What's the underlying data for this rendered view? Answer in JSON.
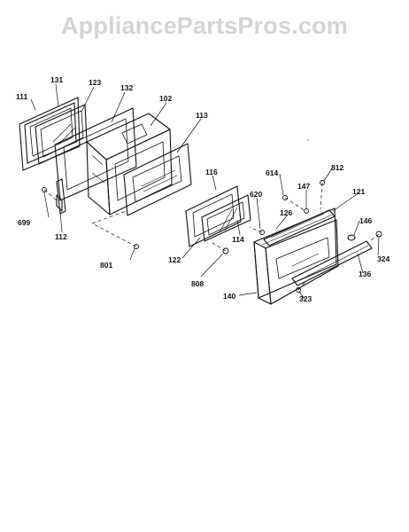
{
  "watermark": "AppliancePartsPros.com",
  "part_labels": {
    "p111": "111",
    "p131": "131",
    "p123": "123",
    "p132": "132",
    "p102": "102",
    "p113": "113",
    "p699": "699",
    "p112": "112",
    "p116": "116",
    "p801": "801",
    "p122": "122",
    "p114": "114",
    "p808": "808",
    "p620": "620",
    "p614": "614",
    "p147": "147",
    "p812": "812",
    "p121": "121",
    "p126": "126",
    "p146": "146",
    "p324": "324",
    "p136": "136",
    "p140": "140",
    "p323": "323"
  }
}
